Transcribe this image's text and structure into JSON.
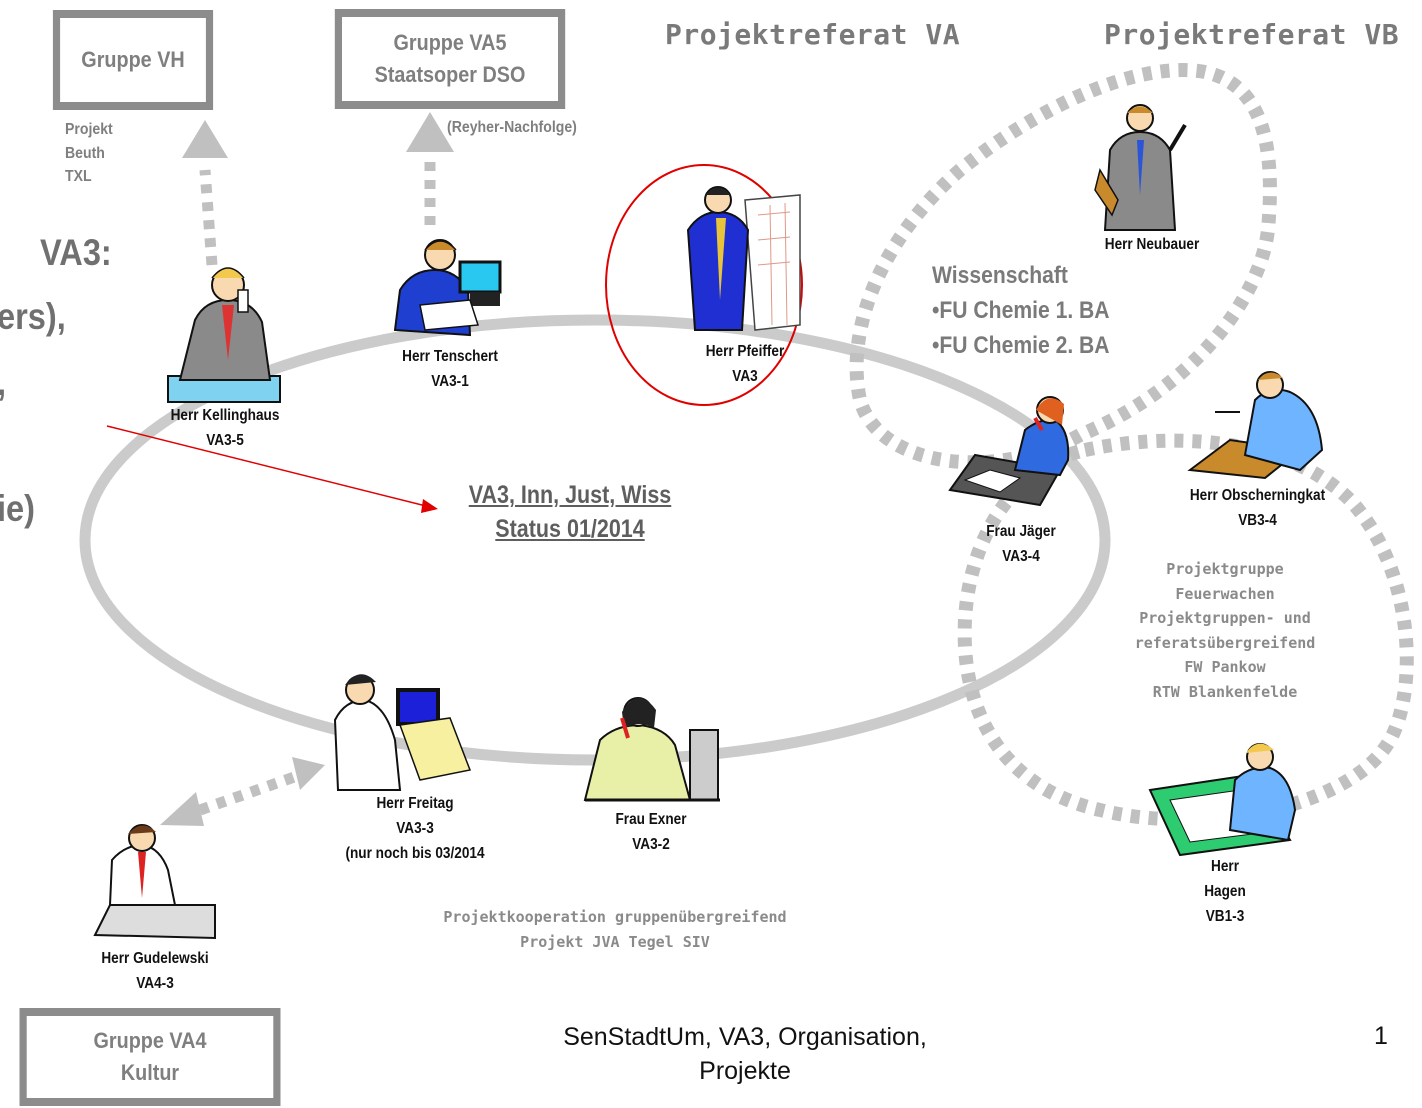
{
  "groups": {
    "vh": [
      "Gruppe VH"
    ],
    "va5": [
      "Gruppe VA5",
      "Staatsoper DSO"
    ],
    "va4": [
      "Gruppe VA4",
      "Kultur"
    ]
  },
  "notes": {
    "vh_projects": [
      "Projekt",
      "Beuth",
      "TXL"
    ],
    "va5_note": "(Reyher-Nachfolge)"
  },
  "headings": {
    "referat_va": "Projektreferat VA",
    "referat_vb": "Projektreferat VB"
  },
  "left_fragment": [
    "VA3:",
    "ers),",
    ",",
    "ie)"
  ],
  "center": {
    "title": "VA3, Inn, Just, Wiss",
    "status": "Status 01/2014"
  },
  "people": [
    {
      "id": "kellinghaus",
      "lines": [
        "Herr Kellinghaus",
        "VA3-5"
      ]
    },
    {
      "id": "tenschert",
      "lines": [
        "Herr Tenschert",
        "VA3-1"
      ]
    },
    {
      "id": "pfeiffer",
      "lines": [
        "Herr Pfeiffer",
        "VA3"
      ]
    },
    {
      "id": "neubauer",
      "lines": [
        "Herr Neubauer"
      ]
    },
    {
      "id": "jaeger",
      "lines": [
        "Frau Jäger",
        "VA3-4"
      ]
    },
    {
      "id": "obscherningkat",
      "lines": [
        "Herr Obscherningkat",
        "VB3-4"
      ]
    },
    {
      "id": "freitag",
      "lines": [
        "Herr Freitag",
        "VA3-3",
        "(nur noch bis 03/2014"
      ]
    },
    {
      "id": "exner",
      "lines": [
        "Frau Exner",
        "VA3-2"
      ]
    },
    {
      "id": "hagen",
      "lines": [
        "Herr",
        "Hagen",
        "VB1-3"
      ]
    },
    {
      "id": "gudelewski",
      "lines": [
        "Herr Gudelewski",
        "VA4-3"
      ]
    }
  ],
  "wissenschaft": {
    "title": "Wissenschaft",
    "items": [
      "•FU Chemie 1. BA",
      "•FU Chemie 2. BA"
    ]
  },
  "feuerwachen": [
    "Projektgruppe",
    "Feuerwachen",
    "Projektgruppen- und",
    "referatsübergreifend",
    "FW Pankow",
    "RTW Blankenfelde"
  ],
  "kooperation": [
    "Projektkooperation gruppenübergreifend",
    "Projekt JVA Tegel SIV"
  ],
  "footer": {
    "lines": [
      "SenStadtUm, VA3, Organisation,",
      "Projekte"
    ],
    "page_number": "1"
  },
  "colors": {
    "ring": "#c8c8c8",
    "dashed": "#c0c0c0",
    "box_border": "#8c8c8c",
    "highlight": "#e00000",
    "text_gray": "#7f7f7f"
  }
}
